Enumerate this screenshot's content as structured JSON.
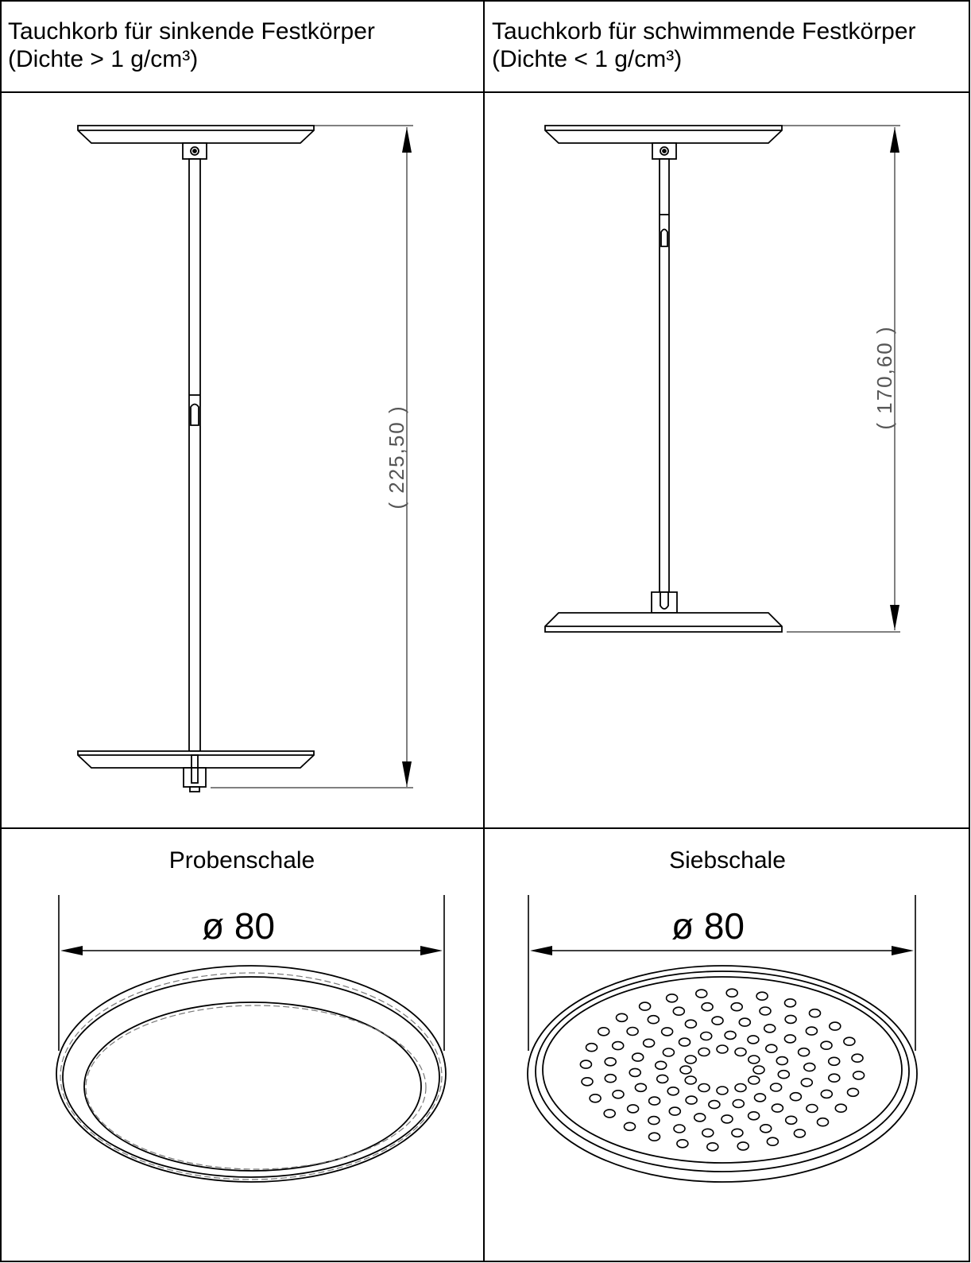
{
  "table": {
    "header_left": {
      "line1": "Tauchkorb für sinkende Festkörper",
      "line2": "(Dichte > 1 g/cm³)"
    },
    "header_right": {
      "line1": "Tauchkorb für schwimmende Festkörper",
      "line2": "(Dichte < 1 g/cm³)"
    },
    "left_drawing": {
      "dimension": "( 225,50 )"
    },
    "right_drawing": {
      "dimension": "( 170,60 )"
    },
    "bottom_left": {
      "caption": "Probenschale",
      "diameter": "ø 80"
    },
    "bottom_right": {
      "caption": "Siebschale",
      "diameter": "ø 80"
    }
  }
}
